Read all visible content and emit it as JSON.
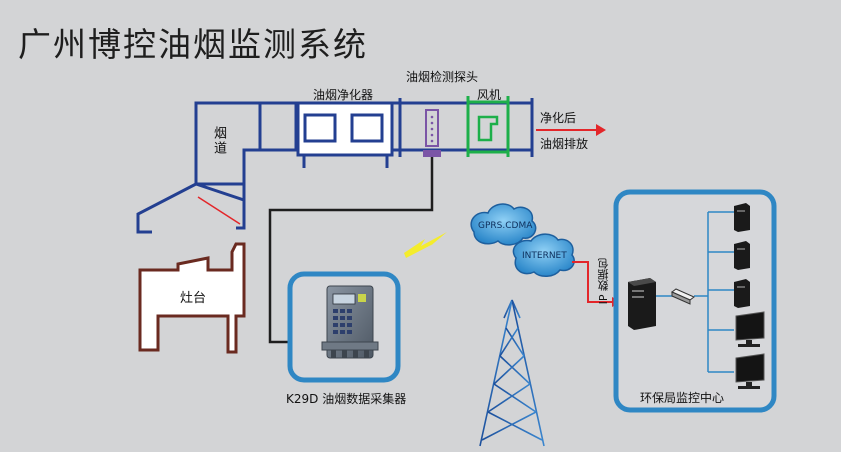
{
  "title": "广州博控油烟监测系统",
  "labels": {
    "flue": "烟道",
    "purifier": "油烟净化器",
    "sensor": "油烟检测探头",
    "fan": "风机",
    "purified": "净化后",
    "exhaust": "油烟排放",
    "stove": "灶台",
    "gprs": "GPRS.CDMA",
    "internet": "INTERNET",
    "ip_packet": "IP 数据包",
    "collector": "K29D 油烟数据采集器",
    "center": "环保局监控中心"
  },
  "colors": {
    "duct": "#233f91",
    "fan": "#1daf4a",
    "stove": "#6a2a20",
    "cloud": "#2b7fc0",
    "frame": "#2f87c4",
    "arrow": "#e3262a",
    "bolt": "#f4ec2c",
    "sensor": "#7b55a6"
  }
}
